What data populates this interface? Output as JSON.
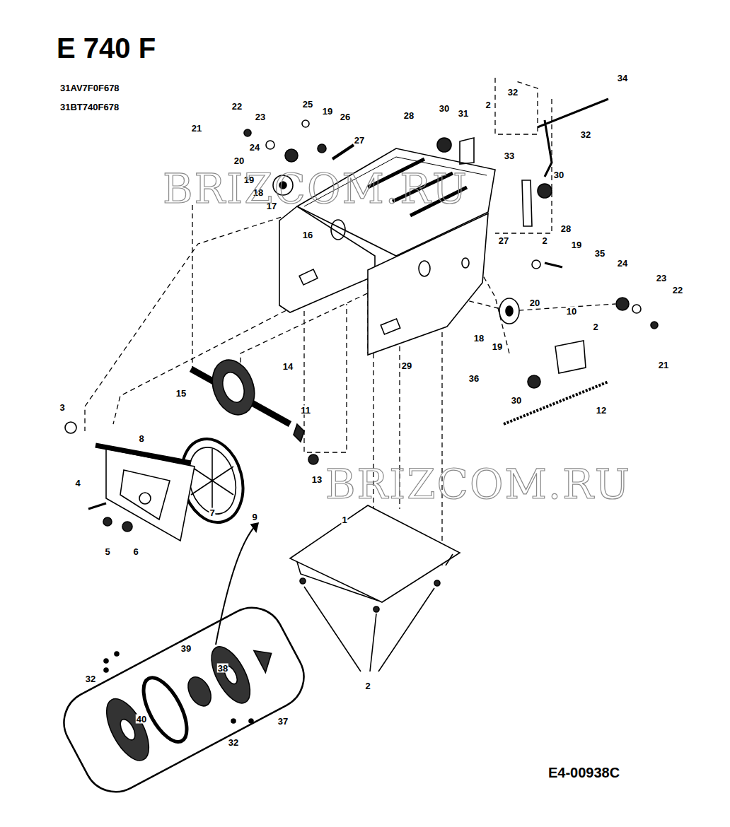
{
  "diagram": {
    "title": "E 740 F",
    "labels": [
      "31AV7F0F678",
      "31BT740F678",
      "34",
      "32",
      "22",
      "25",
      "23",
      "19",
      "26",
      "21",
      "28",
      "30",
      "31",
      "2",
      "32",
      "27",
      "24",
      "20",
      "19",
      "18",
      "17",
      "16",
      "33",
      "30",
      "2",
      "28",
      "27",
      "19",
      "35",
      "24",
      "23",
      "22",
      "20",
      "18",
      "19",
      "10",
      "2",
      "21",
      "29",
      "36",
      "30",
      "12",
      "14",
      "15",
      "11",
      "13",
      "3",
      "8",
      "4",
      "9",
      "7",
      "5",
      "6",
      "1",
      "2",
      "39",
      "38",
      "32",
      "40",
      "37",
      "32",
      "E4-00938C",
      "BRIZCOM.RU",
      "BRIZCOM.RU"
    ]
  }
}
